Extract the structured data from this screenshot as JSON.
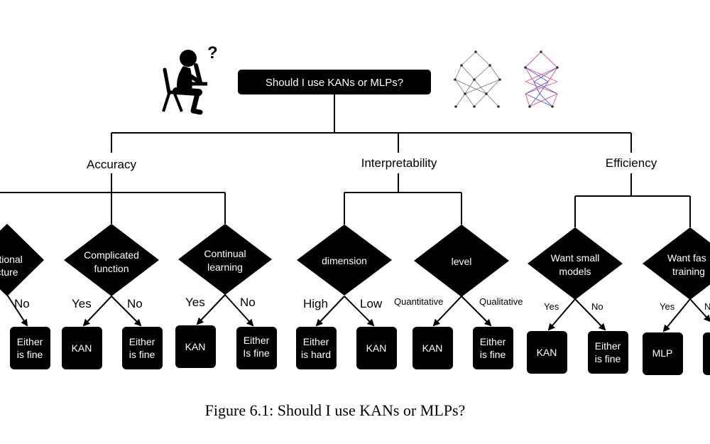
{
  "root": {
    "question": "Should I use KANs or MLPs?"
  },
  "criteria": {
    "accuracy": "Accuracy",
    "interpretability": "Interpretability",
    "efficiency": "Efficiency"
  },
  "decisions": {
    "compositional": {
      "line1": "sitional",
      "line2": "cture"
    },
    "complicated": {
      "line1": "Complicated",
      "line2": "function"
    },
    "continual": {
      "line1": "Continual",
      "line2": "learning"
    },
    "dimension": {
      "line1": "dimension"
    },
    "level": {
      "line1": "level"
    },
    "small_models": {
      "line1": "Want small",
      "line2": "models"
    },
    "fast_training": {
      "line1": "Want fas",
      "line2": "training"
    }
  },
  "edge_labels": {
    "compositional_no": "No",
    "complicated_yes": "Yes",
    "complicated_no": "No",
    "continual_yes": "Yes",
    "continual_no": "No",
    "dimension_high": "High",
    "dimension_low": "Low",
    "level_quantitative": "Quantitative",
    "level_qualitative": "Qualitative",
    "small_yes": "Yes",
    "small_no": "No",
    "fast_yes": "Yes",
    "fast_no": "N"
  },
  "outcomes": {
    "o1": {
      "line1": "Either",
      "line2": "is fine"
    },
    "o2": {
      "line1": "KAN"
    },
    "o3": {
      "line1": "Either",
      "line2": "is fine"
    },
    "o4": {
      "line1": "KAN"
    },
    "o5": {
      "line1": "Either",
      "line2": "Is fine"
    },
    "o6": {
      "line1": "Either",
      "line2": "is hard"
    },
    "o7": {
      "line1": "KAN"
    },
    "o8": {
      "line1": "KAN"
    },
    "o9": {
      "line1": "Either",
      "line2": "is fine"
    },
    "o10": {
      "line1": "KAN"
    },
    "o11": {
      "line1": "Either",
      "line2": "is fine"
    },
    "o12": {
      "line1": "MLP"
    }
  },
  "caption": "Figure 6.1: Should I use KANs or MLPs?",
  "icons": [
    "thinking-person-icon",
    "question-mark-icon",
    "kan-network-icon",
    "mlp-network-icon"
  ],
  "colors": {
    "node_fill": "#000000",
    "node_text": "#ffffff",
    "edge": "#000000",
    "mlp_pink": "#d9538a",
    "mlp_blue": "#5a5ad8"
  }
}
